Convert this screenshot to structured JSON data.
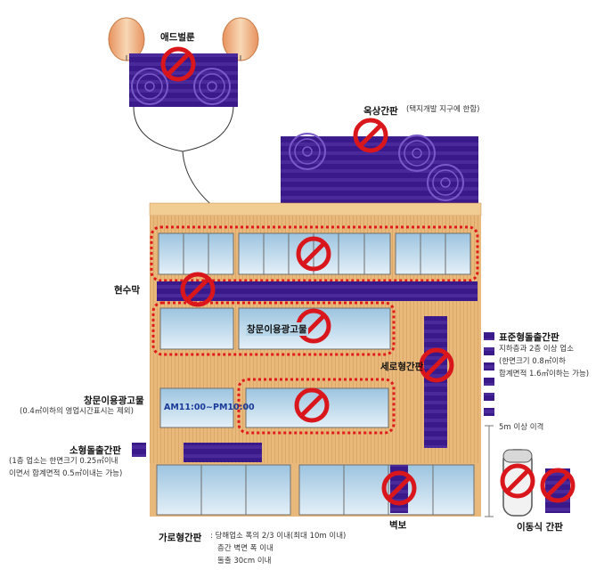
{
  "labels": {
    "ad_balloon": "애드벌룬",
    "rooftop_title": "옥상간판",
    "rooftop_note": "(택지개발 지구에 한함)",
    "banner": "현수막",
    "window_ad_upper": "창문이용광고물",
    "vertical_sign": "세로형간판",
    "standard_title": "표준형돌출간판",
    "standard_line1": "지하층과 2층 이상 업소",
    "standard_line2": "(한면크기 0.8㎡이하",
    "standard_line3": "합계면적 1.6㎡이하는 가능)",
    "distance": "5m 이상 이격",
    "window_ad_title": "창문이용광고물",
    "window_ad_note": "(0.4㎡이하의 영업시간표시는 제외)",
    "hours": "AM11:00~PM10:00",
    "small_title": "소형돌출간판",
    "small_line1": "(1층 업소는 한면크기 0.25㎡이내",
    "small_line2": "이면서 합계면적 0.5㎡이내는 가능)",
    "horizontal_title": "가로형간판",
    "horizontal_line1": " : 당해업소 폭의 2/3 이내(최대 10m 이내)",
    "horizontal_line2": "층간 벽면 폭 이내",
    "horizontal_line3": "돌출 30cm 이내",
    "wall_banner": "벽보",
    "portable_sign": "이동식 간판"
  },
  "colors": {
    "facade": "#e9b97c",
    "facade_dark": "#c98f4e",
    "roof_trim": "#f1cc93",
    "purple": "#3a1a8a",
    "purple_light": "#5a3aaa",
    "prohibit": "#d9161b",
    "glass": "#b8d6ea",
    "frame": "#6e6e6e",
    "dotted": "#e01a1a"
  },
  "icons": [
    "prohibition-icon",
    "balloon-icon"
  ]
}
